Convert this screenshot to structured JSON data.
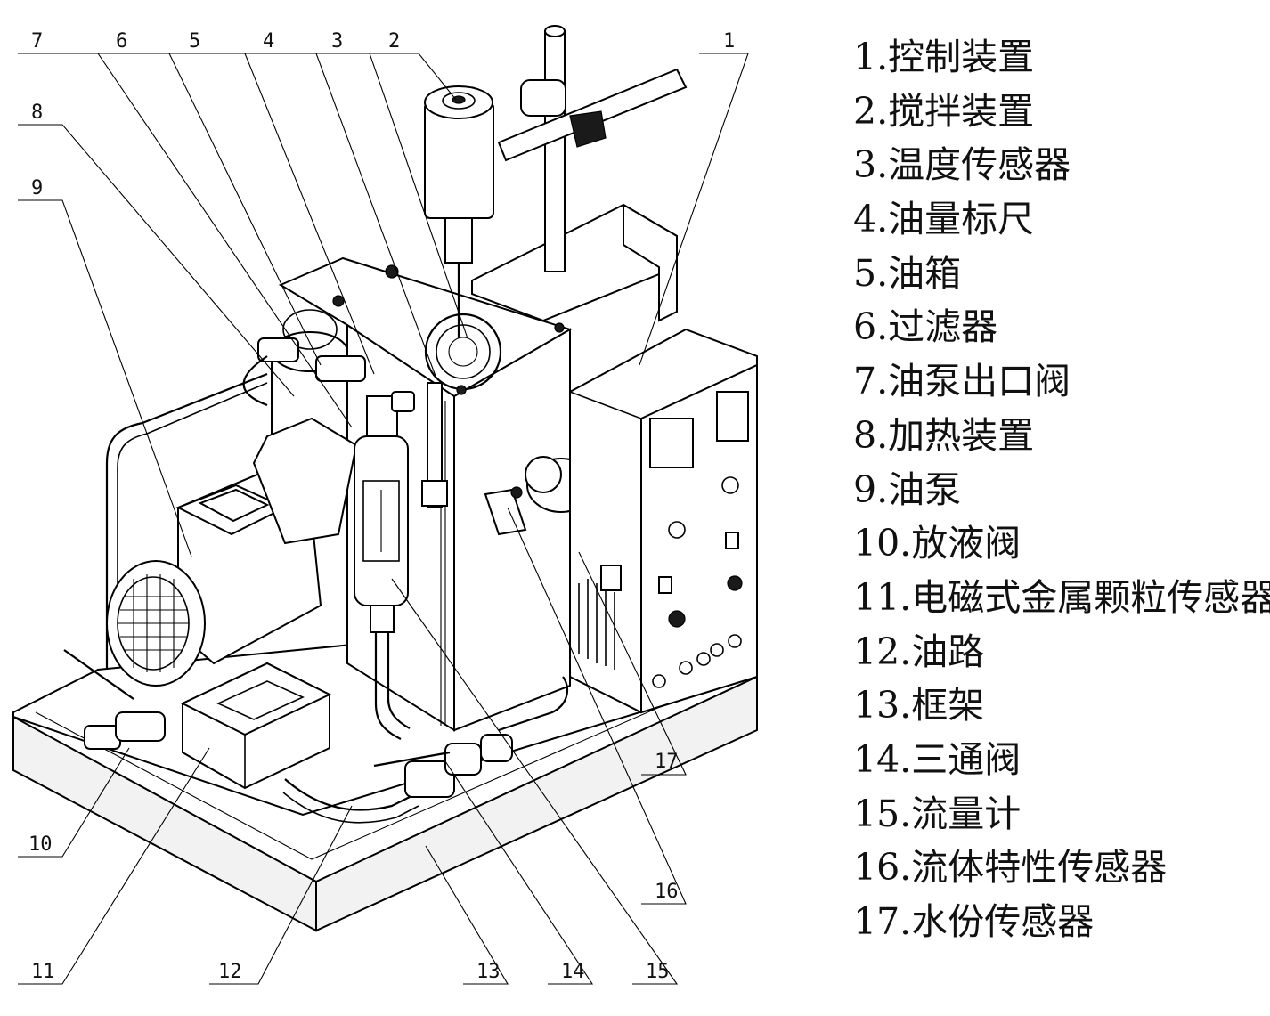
{
  "callouts": [
    "1",
    "2",
    "3",
    "4",
    "5",
    "6",
    "7",
    "8",
    "9",
    "10",
    "11",
    "12",
    "13",
    "14",
    "15",
    "16",
    "17"
  ],
  "legend": [
    "1.控制装置",
    "2.搅拌装置",
    "3.温度传感器",
    "4.油量标尺",
    "5.油箱",
    "6.过滤器",
    "7.油泵出口阀",
    "8.加热装置",
    "9.油泵",
    "10.放液阀",
    "11.电磁式金属颗粒传感器",
    "12.油路",
    "13.框架",
    "14.三通阀",
    "15.流量计",
    "16.流体特性传感器",
    "17.水份传感器"
  ]
}
